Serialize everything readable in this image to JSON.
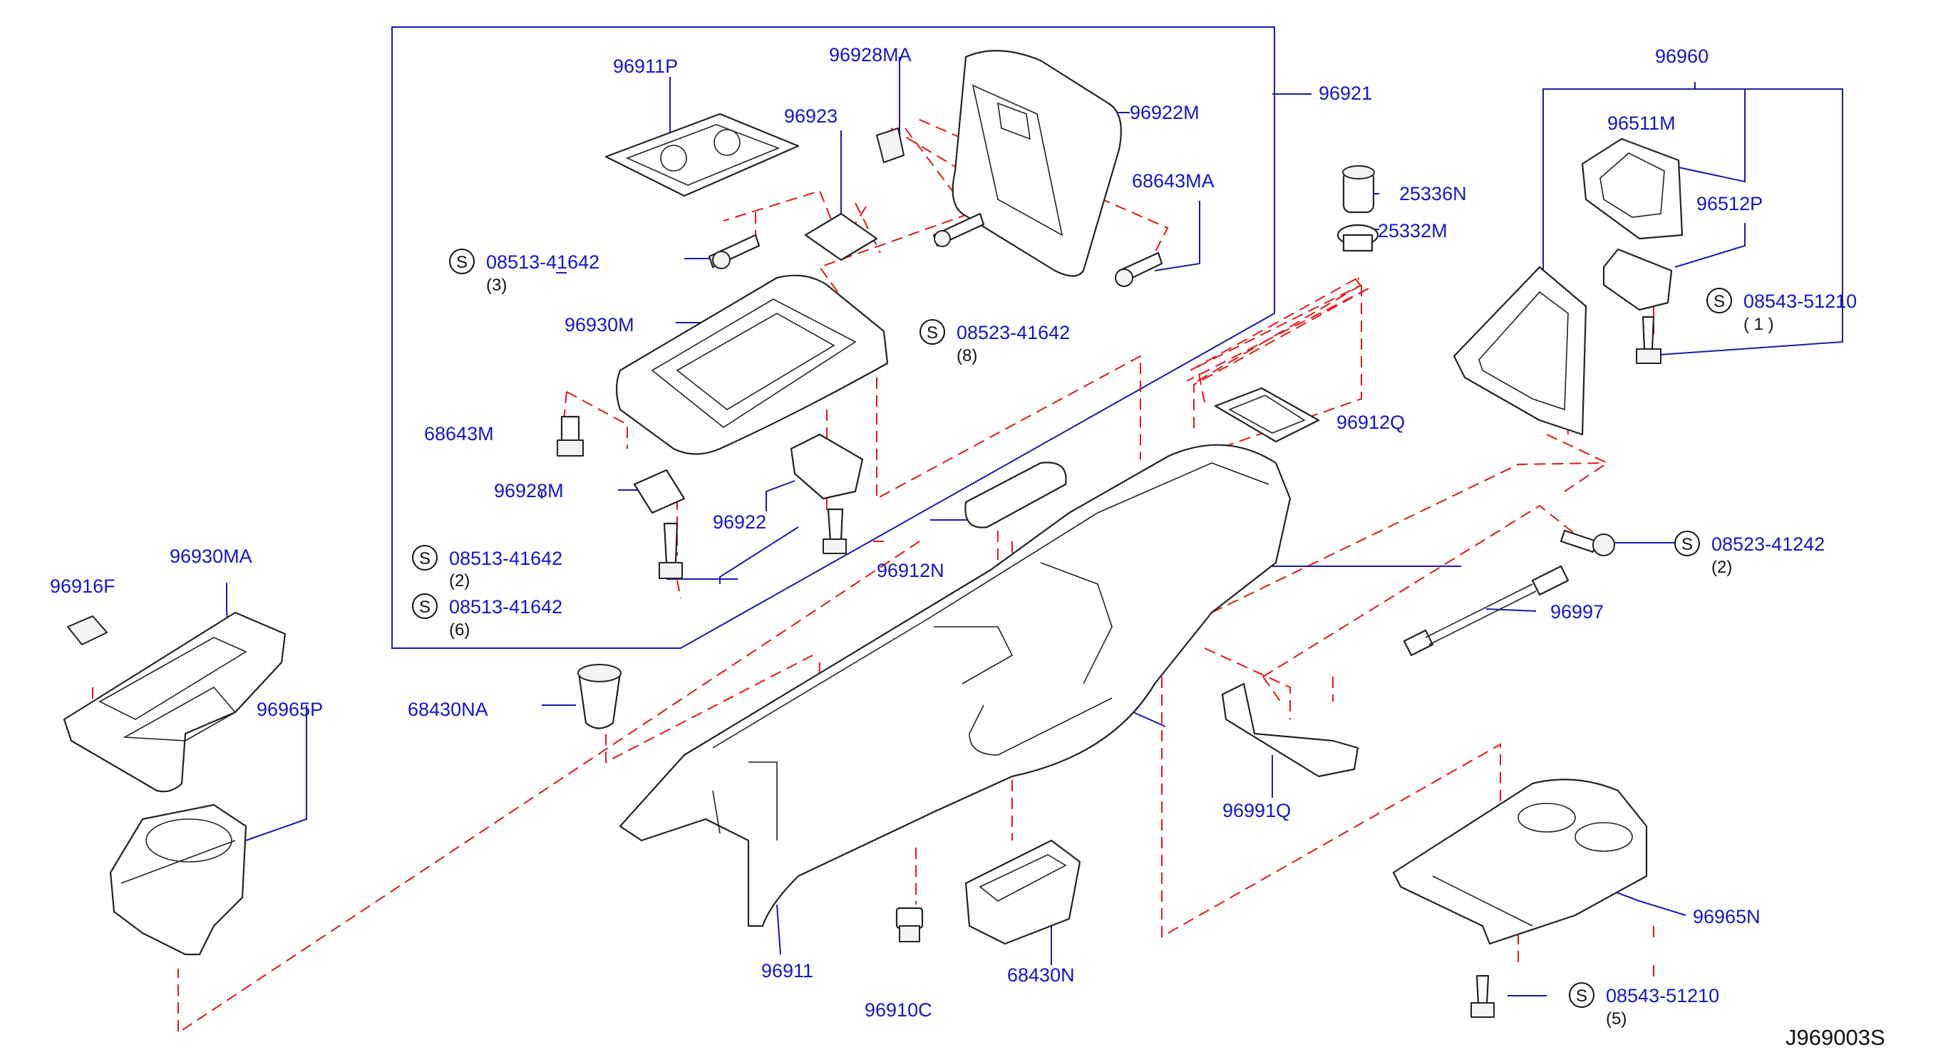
{
  "diagram_id": "J969003S",
  "parts": {
    "p96911P": "96911P",
    "p96928MA": "96928MA",
    "p96923": "96923",
    "p96922M": "96922M",
    "p96921": "96921",
    "p68643MA": "68643MA",
    "p96930M": "96930M",
    "p68643M": "68643M",
    "p96928M": "96928M",
    "p96922": "96922",
    "p96912N": "96912N",
    "p96912Q": "96912Q",
    "p25336N": "25336N",
    "p25332M": "25332M",
    "p96960": "96960",
    "p96511M": "96511M",
    "p96512P": "96512P",
    "p96997": "96997",
    "p96930MA": "96930MA",
    "p96916F": "96916F",
    "p96965P": "96965P",
    "p68430NA": "68430NA",
    "p96911": "96911",
    "p96910C": "96910C",
    "p68430N": "68430N",
    "p96991Q": "96991Q",
    "p96965N": "96965N"
  },
  "screws": {
    "s1": {
      "number": "08513-41642",
      "qty": "(3)"
    },
    "s2": {
      "number": "08523-41642",
      "qty": "(8)"
    },
    "s3": {
      "number": "08543-51210",
      "qty": "( 1 )"
    },
    "s4": {
      "number": "08513-41642",
      "qty": "(2)"
    },
    "s5": {
      "number": "08513-41642",
      "qty": "(6)"
    },
    "s6": {
      "number": "08523-41242",
      "qty": "(2)"
    },
    "s7": {
      "number": "08543-51210",
      "qty": "(5)"
    }
  },
  "screw_symbol": "S",
  "colors": {
    "label": "#1515c8",
    "leader": "#1a1aa8",
    "dashed": "#e01818",
    "line": "#222222"
  }
}
